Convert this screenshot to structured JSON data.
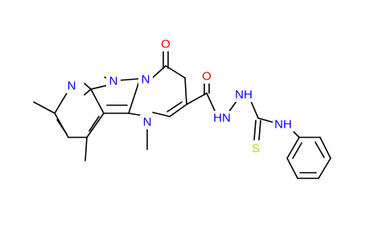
{
  "molecule": {
    "atom_labels": {
      "n_pyridine": "N",
      "n_pyrazole": "N",
      "n_bridge": "N",
      "n_methyl": "N",
      "o_ring": "O",
      "o_amide": "O",
      "hn_hydrazide": "HN",
      "nh_hydrazide": "NH",
      "nh_anilino": "NH",
      "s_thio": "S"
    },
    "colors": {
      "carbon_bonds": "#000000",
      "nitrogen": "#0000ff",
      "oxygen": "#ff0000",
      "sulfur": "#cccc00"
    }
  }
}
